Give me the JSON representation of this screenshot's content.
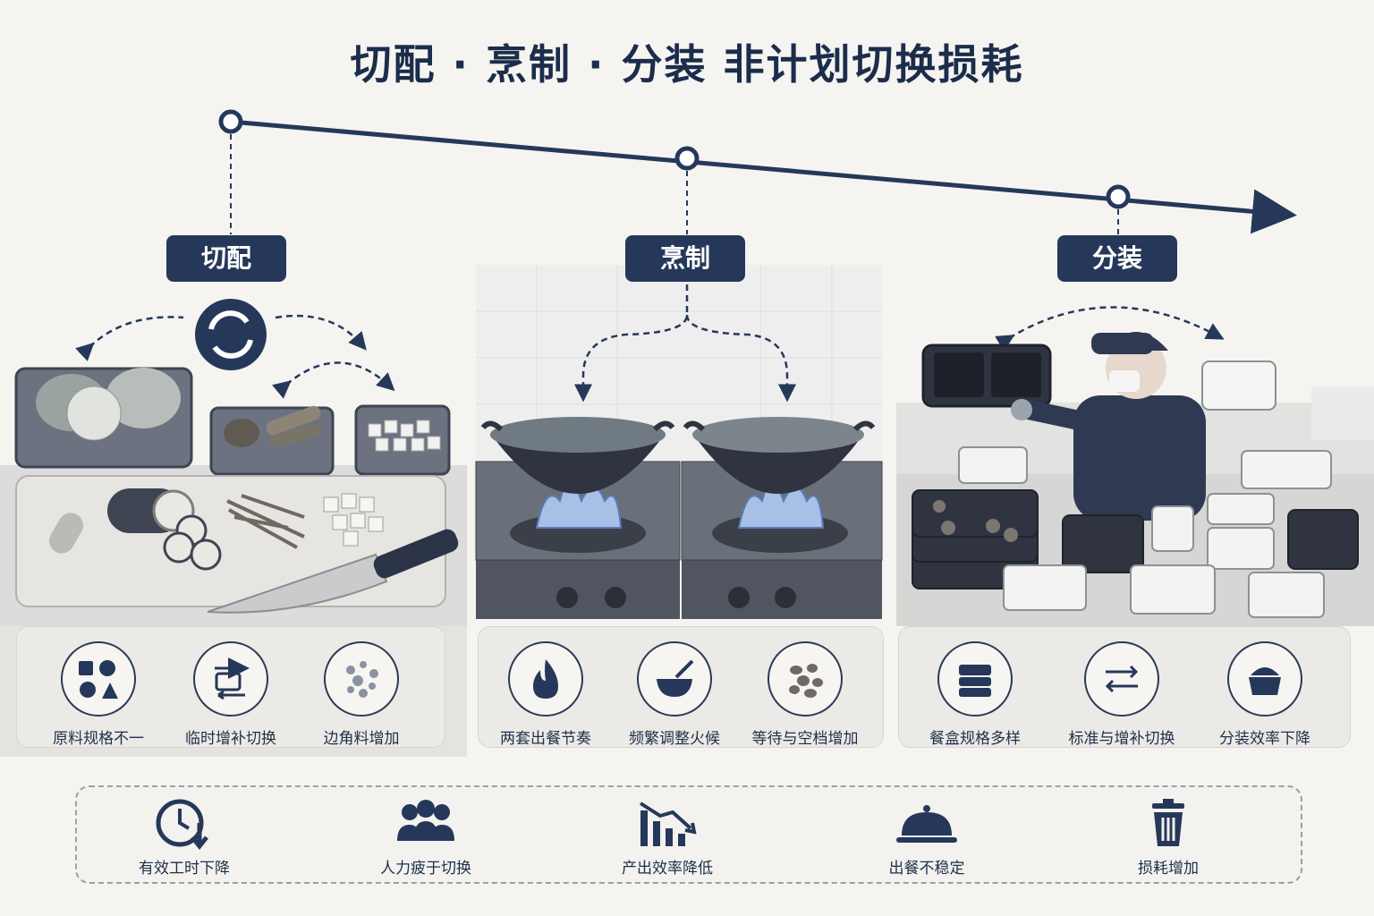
{
  "title": "切配 · 烹制 · 分装  非计划切换损耗",
  "stages": [
    {
      "name": "切配",
      "items": [
        {
          "icon": "shapes-icon",
          "label": "原料规格不一"
        },
        {
          "icon": "container-swap-icon",
          "label": "临时增补切换"
        },
        {
          "icon": "scraps-icon",
          "label": "边角料增加"
        }
      ]
    },
    {
      "name": "烹制",
      "items": [
        {
          "icon": "flame-icon",
          "label": "两套出餐节奏"
        },
        {
          "icon": "mixing-bowl-icon",
          "label": "频繁调整火候"
        },
        {
          "icon": "ingredients-icon",
          "label": "等待与空档增加"
        }
      ]
    },
    {
      "name": "分装",
      "items": [
        {
          "icon": "meal-box-stack-icon",
          "label": "餐盒规格多样"
        },
        {
          "icon": "swap-arrows-icon",
          "label": "标准与增补切换"
        },
        {
          "icon": "takeout-box-icon",
          "label": "分装效率下降"
        }
      ]
    }
  ],
  "consequences": [
    {
      "icon": "clock-down-icon",
      "label": "有效工时下降"
    },
    {
      "icon": "people-icon",
      "label": "人力疲于切换"
    },
    {
      "icon": "declining-bars-icon",
      "label": "产出效率降低"
    },
    {
      "icon": "cloche-icon",
      "label": "出餐不稳定"
    },
    {
      "icon": "trash-icon",
      "label": "损耗增加"
    }
  ],
  "colors": {
    "navy": "#26385a",
    "background": "#f5f4f1",
    "panel": "#eceae6"
  }
}
